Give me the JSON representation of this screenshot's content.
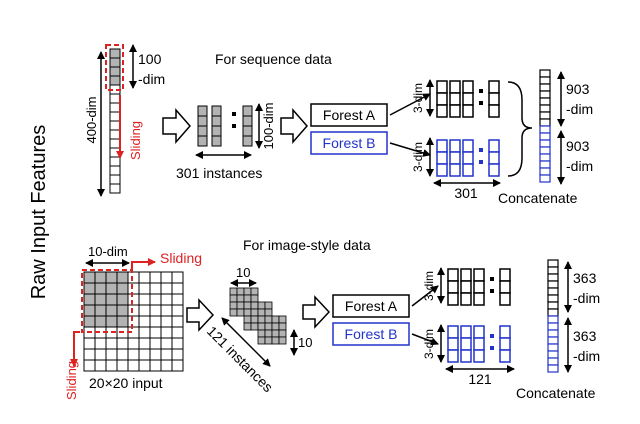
{
  "side_title": "Raw Input Features",
  "colors": {
    "black": "#000000",
    "red": "#dd2222",
    "blue": "#2233cc",
    "gray": "#b3b3b3"
  },
  "sequence": {
    "header": "For sequence data",
    "input_length_label": "400-dim",
    "window_label_top": "100",
    "window_label_bottom": "-dim",
    "sliding_label": "Sliding",
    "window_length_label": "100-dim",
    "instances_label": "301 instances",
    "forest_a": "Forest A",
    "forest_b": "Forest B",
    "class_dim_a": "3-dim",
    "class_dim_b": "3-dim",
    "count_label": "301",
    "concat_label": "Concatenate",
    "out_top_value": "903",
    "out_top_unit": "-dim",
    "out_bottom_value": "903",
    "out_bottom_unit": "-dim"
  },
  "image": {
    "header": "For image-style data",
    "window_label": "10-dim",
    "sliding_h_label": "Sliding",
    "sliding_v_label": "Sliding",
    "input_label": "20×20 input",
    "patch_top_label": "10",
    "patch_side_label": "10",
    "instances_label": "121 instances",
    "forest_a": "Forest A",
    "forest_b": "Forest B",
    "class_dim_a": "3-dim",
    "class_dim_b": "3-dim",
    "count_label": "121",
    "concat_label": "Concatenate",
    "out_top_value": "363",
    "out_top_unit": "-dim",
    "out_bottom_value": "363",
    "out_bottom_unit": "-dim"
  }
}
